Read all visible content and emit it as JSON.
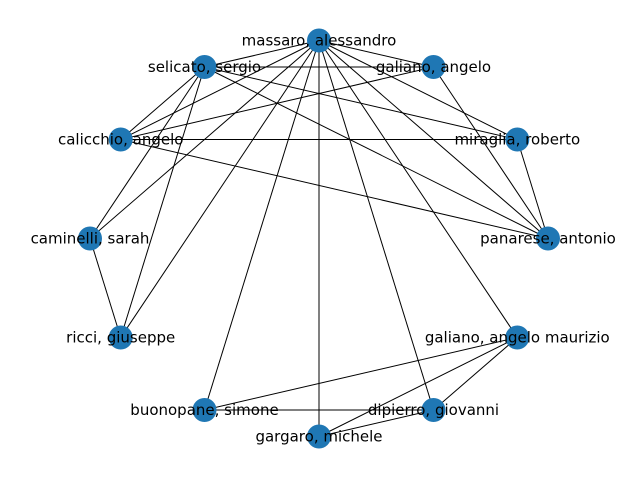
{
  "graph": {
    "node_color": "#1f77b4",
    "edge_color": "#000000",
    "nodes": [
      {
        "id": "massaro",
        "label": "massaro, alessandro"
      },
      {
        "id": "galiano",
        "label": "galiano, angelo"
      },
      {
        "id": "miraglia",
        "label": "miraglia, roberto"
      },
      {
        "id": "panarese",
        "label": "panarese, antonio"
      },
      {
        "id": "galiano_m",
        "label": "galiano, angelo maurizio"
      },
      {
        "id": "dipierro",
        "label": "dipierro, giovanni"
      },
      {
        "id": "gargaro",
        "label": "gargaro, michele"
      },
      {
        "id": "buonopane",
        "label": "buonopane, simone"
      },
      {
        "id": "ricci",
        "label": "ricci, giuseppe"
      },
      {
        "id": "caminelli",
        "label": "caminelli, sarah"
      },
      {
        "id": "calicchio",
        "label": "calicchio, angelo"
      },
      {
        "id": "selicato",
        "label": "selicato, sergio"
      }
    ],
    "edges": [
      [
        "massaro",
        "galiano"
      ],
      [
        "massaro",
        "miraglia"
      ],
      [
        "massaro",
        "panarese"
      ],
      [
        "massaro",
        "galiano_m"
      ],
      [
        "massaro",
        "dipierro"
      ],
      [
        "massaro",
        "gargaro"
      ],
      [
        "massaro",
        "buonopane"
      ],
      [
        "massaro",
        "ricci"
      ],
      [
        "massaro",
        "caminelli"
      ],
      [
        "massaro",
        "calicchio"
      ],
      [
        "massaro",
        "selicato"
      ],
      [
        "selicato",
        "galiano"
      ],
      [
        "selicato",
        "miraglia"
      ],
      [
        "selicato",
        "panarese"
      ],
      [
        "selicato",
        "calicchio"
      ],
      [
        "selicato",
        "caminelli"
      ],
      [
        "selicato",
        "ricci"
      ],
      [
        "galiano",
        "calicchio"
      ],
      [
        "galiano",
        "panarese"
      ],
      [
        "miraglia",
        "calicchio"
      ],
      [
        "miraglia",
        "panarese"
      ],
      [
        "calicchio",
        "panarese"
      ],
      [
        "caminelli",
        "ricci"
      ],
      [
        "galiano_m",
        "buonopane"
      ],
      [
        "galiano_m",
        "gargaro"
      ],
      [
        "galiano_m",
        "dipierro"
      ],
      [
        "buonopane",
        "dipierro"
      ],
      [
        "gargaro",
        "dipierro"
      ]
    ]
  }
}
